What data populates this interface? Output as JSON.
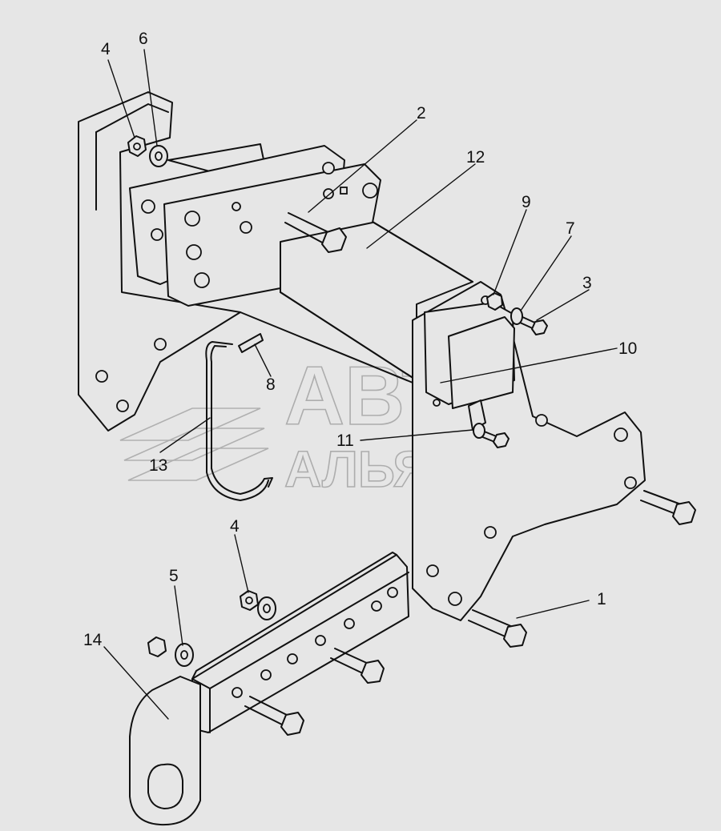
{
  "watermark": {
    "line1": "АВТО",
    "line2": "АЛЬЯНС"
  },
  "callouts": [
    {
      "id": "c1",
      "text": "1"
    },
    {
      "id": "c2",
      "text": "2"
    },
    {
      "id": "c3",
      "text": "3"
    },
    {
      "id": "c4a",
      "text": "4"
    },
    {
      "id": "c4b",
      "text": "4"
    },
    {
      "id": "c5",
      "text": "5"
    },
    {
      "id": "c6",
      "text": "6"
    },
    {
      "id": "c7",
      "text": "7"
    },
    {
      "id": "c8",
      "text": "8"
    },
    {
      "id": "c9",
      "text": "9"
    },
    {
      "id": "c10",
      "text": "10"
    },
    {
      "id": "c11",
      "text": "11"
    },
    {
      "id": "c12",
      "text": "12"
    },
    {
      "id": "c13",
      "text": "13"
    },
    {
      "id": "c14",
      "text": "14"
    }
  ]
}
